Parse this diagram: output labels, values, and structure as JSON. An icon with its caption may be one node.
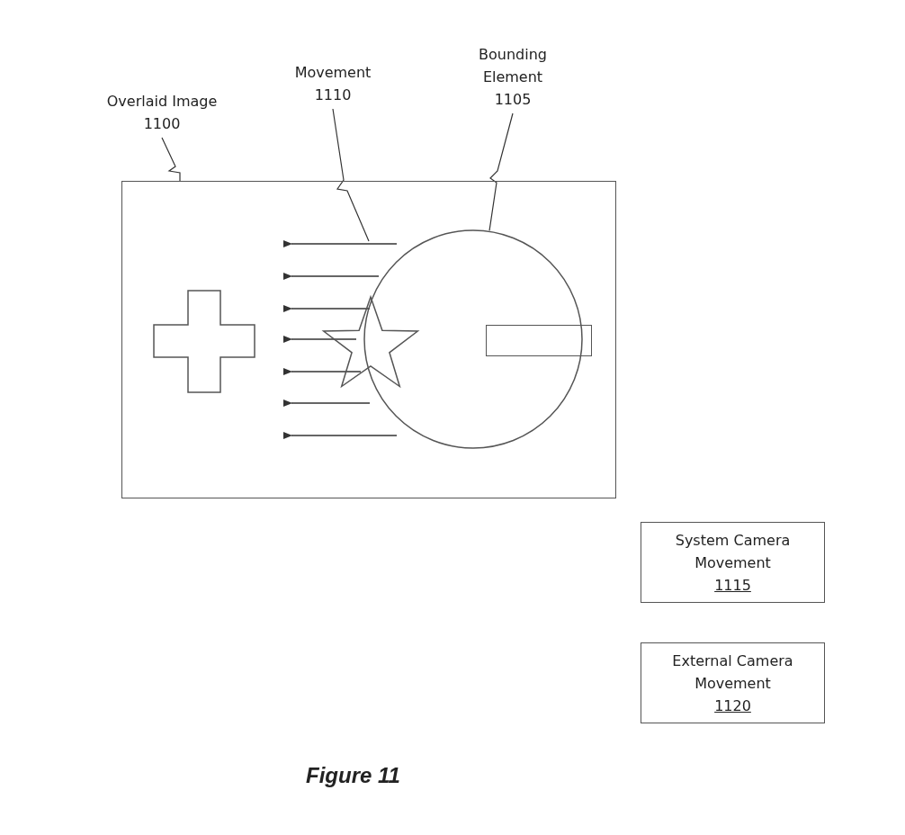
{
  "diagram": {
    "caption": "Figure 11",
    "nodes": [
      {
        "text": [
          "Bounding Element 1105"
        ]
      },
      {
        "text": [
          "Movement 1110"
        ]
      },
      {
        "text": [
          "Overlaid Image 1100"
        ]
      },
      {
        "text": [],
        "shape": "box"
      },
      {
        "text": [],
        "shape": "cross",
        "in": 3
      },
      {
        "text": [],
        "shape": "star",
        "in": 3
      },
      {
        "text": [],
        "shape": "circle",
        "in": 3
      },
      {
        "text": [],
        "shape": "bar",
        "in": 3
      },
      {
        "text": [
          "System Camera Movement",
          "1115"
        ]
      },
      {
        "text": [
          "External Camera Movement",
          "1120"
        ]
      }
    ],
    "edges": [
      {
        "from": 0,
        "to": 6,
        "arrow": "none"
      },
      {
        "from": 1,
        "to": null,
        "arrow": "none"
      },
      {
        "from": 2,
        "to": 3,
        "arrow": "none"
      }
    ]
  }
}
